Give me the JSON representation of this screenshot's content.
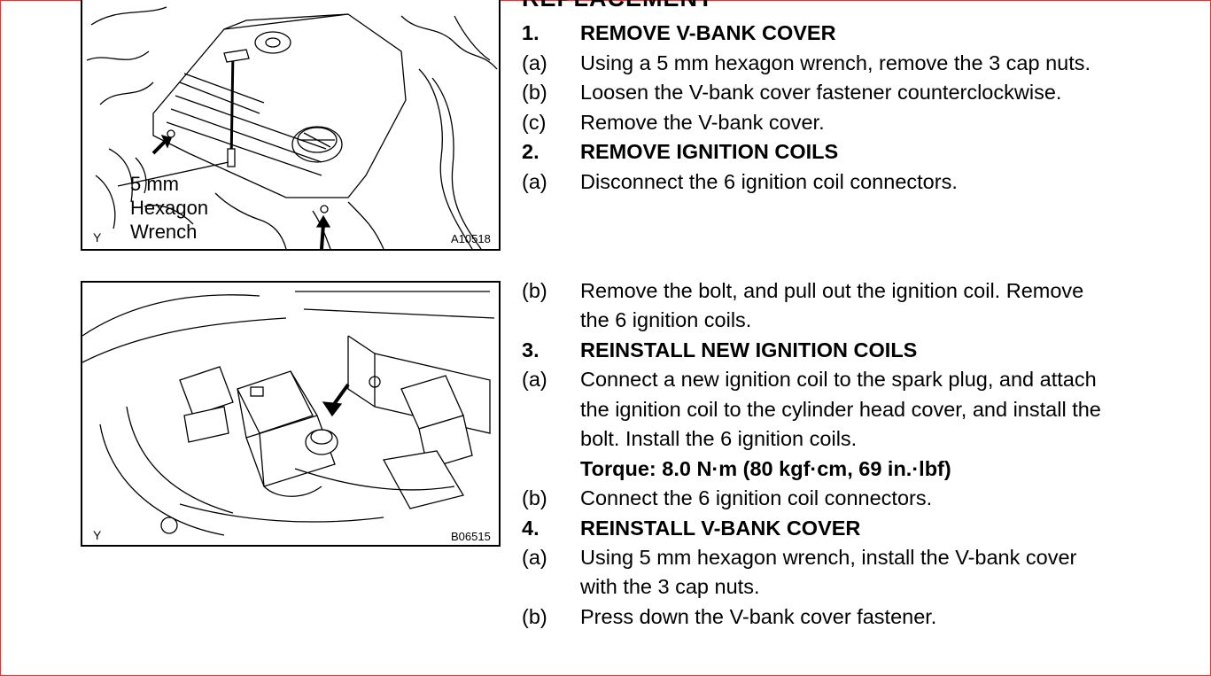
{
  "section_heading": "REPLACEMENT",
  "figures": [
    {
      "code": "A10518",
      "corner": "Y",
      "callout": [
        "5 mm",
        "Hexagon",
        "Wrench"
      ]
    },
    {
      "code": "B06515",
      "corner": "Y"
    }
  ],
  "steps": [
    {
      "num": "1.",
      "text": "REMOVE V-BANK COVER",
      "bold": true
    },
    {
      "num": "(a)",
      "text": "Using a 5 mm hexagon wrench, remove the 3 cap nuts."
    },
    {
      "num": "(b)",
      "text": "Loosen the V-bank cover fastener counterclockwise."
    },
    {
      "num": "(c)",
      "text": "Remove the V-bank cover."
    },
    {
      "num": "2.",
      "text": "REMOVE IGNITION COILS",
      "bold": true
    },
    {
      "num": "(a)",
      "text": "Disconnect the 6 ignition coil connectors."
    },
    {
      "num": "(b)",
      "text": "Remove the bolt, and pull out the ignition coil. Remove",
      "cont": "the 6 ignition coils."
    },
    {
      "num": "3.",
      "text": "REINSTALL NEW IGNITION COILS",
      "bold": true
    },
    {
      "num": "(a)",
      "text": "Connect a new ignition coil to the spark plug, and attach",
      "cont": "the ignition coil to the cylinder head cover, and install the",
      "cont2": "bolt. Install the 6 ignition coils."
    },
    {
      "num": "",
      "text": "Torque: 8.0 N·m (80 kgf·cm, 69 in.·lbf)",
      "bold": true
    },
    {
      "num": "(b)",
      "text": "Connect the 6 ignition coil connectors."
    },
    {
      "num": "4.",
      "text": "REINSTALL V-BANK COVER",
      "bold": true
    },
    {
      "num": "(a)",
      "text": "Using 5 mm hexagon wrench, install the V-bank cover",
      "cont": "with the 3 cap nuts."
    },
    {
      "num": "(b)",
      "text": "Press down the V-bank cover fastener."
    }
  ]
}
